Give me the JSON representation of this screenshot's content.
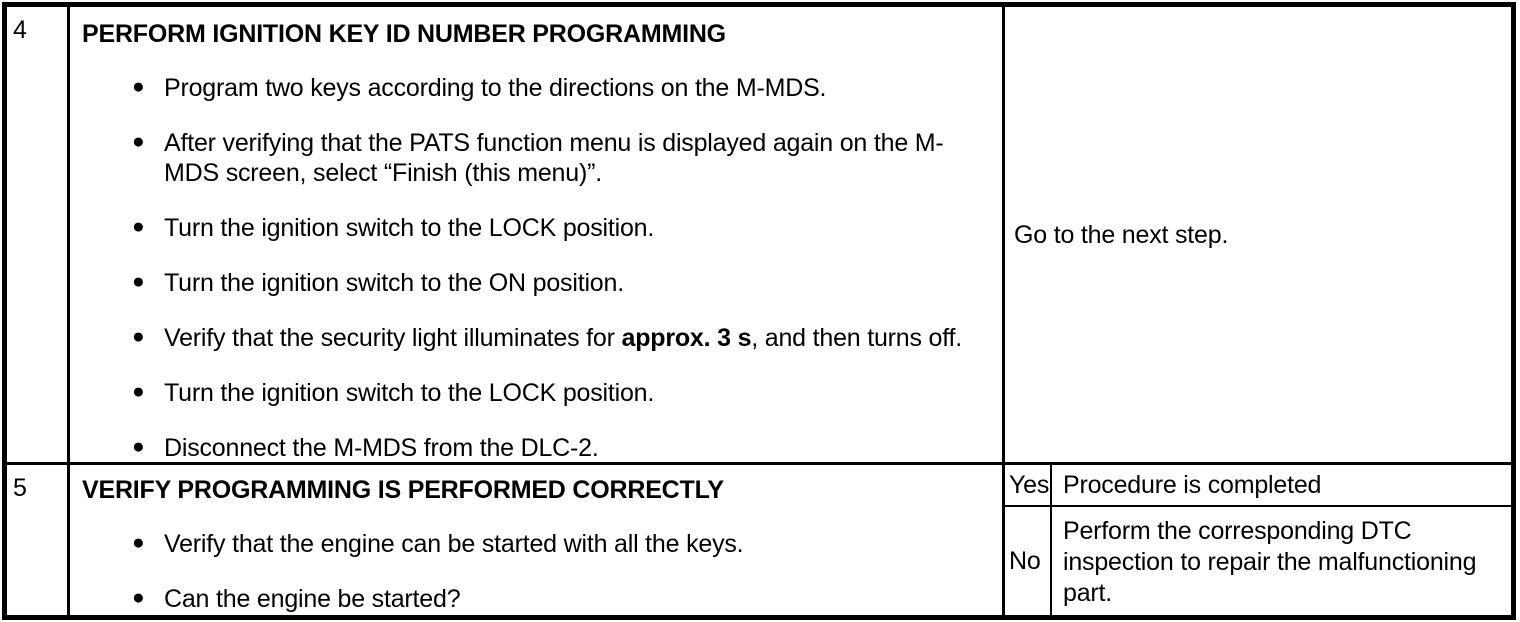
{
  "icons": {
    "bullet": "●"
  },
  "table": {
    "rows": [
      {
        "step": "4",
        "heading": "PERFORM IGNITION KEY ID NUMBER PROGRAMMING",
        "bullets": [
          {
            "text": "Program two keys according to the directions on the M-MDS."
          },
          {
            "text": "After verifying that the PATS function menu is displayed again on the M-MDS screen, select “Finish (this menu)”."
          },
          {
            "text": "Turn the ignition switch to the LOCK position."
          },
          {
            "text": "Turn the ignition switch to the ON position."
          },
          {
            "pre": "Verify that the security light illuminates for ",
            "bold": "approx. 3 s",
            "post": ", and then turns off."
          },
          {
            "text": "Turn the ignition switch to the LOCK position."
          },
          {
            "text": "Disconnect the M-MDS from the DLC-2."
          }
        ],
        "result": {
          "text": "Go to the next step."
        }
      },
      {
        "step": "5",
        "heading": "VERIFY PROGRAMMING IS PERFORMED CORRECTLY",
        "bullets": [
          {
            "text": "Verify that the engine can be started with all the keys."
          },
          {
            "text": "Can the engine be started?"
          }
        ],
        "result": {
          "options": [
            {
              "answer": "Yes",
              "action": "Procedure is completed"
            },
            {
              "answer": "No",
              "action": "Perform the corresponding DTC inspection to repair the malfunctioning part."
            }
          ]
        }
      }
    ]
  }
}
